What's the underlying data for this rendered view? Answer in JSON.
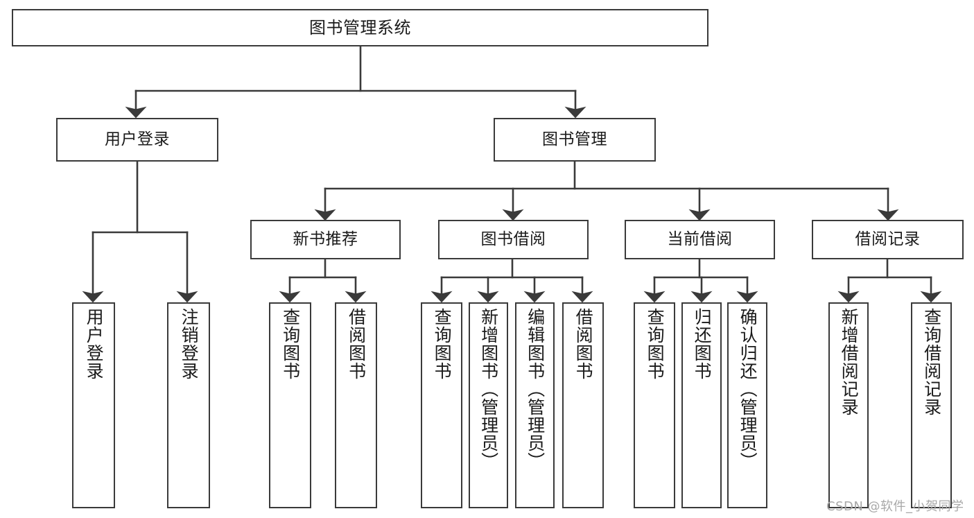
{
  "diagram": {
    "title": "图书管理系统",
    "type": "tree",
    "watermark": "CSDN @软件_小贺同学",
    "colors": {
      "box_border": "#3a3a3a",
      "box_fill": "#ffffff",
      "line": "#3a3a3a",
      "text": "#1a1a1a",
      "watermark": "#a8a8a8",
      "background": "#ffffff"
    },
    "nodes": {
      "root": {
        "label": "图书管理系统"
      },
      "level2": [
        {
          "id": "user-login",
          "label": "用户登录"
        },
        {
          "id": "book-manage",
          "label": "图书管理"
        }
      ],
      "level3": [
        {
          "id": "new-book-recommend",
          "label": "新书推荐"
        },
        {
          "id": "book-borrow",
          "label": "图书借阅"
        },
        {
          "id": "current-borrow",
          "label": "当前借阅"
        },
        {
          "id": "borrow-record",
          "label": "借阅记录"
        }
      ],
      "leaves": {
        "user-login": [
          {
            "id": "leaf-user-login",
            "label": "用户登录"
          },
          {
            "id": "leaf-logout",
            "label": "注销登录"
          }
        ],
        "new-book-recommend": [
          {
            "id": "leaf-query-book-1",
            "label": "查询图书"
          },
          {
            "id": "leaf-borrow-book-1",
            "label": "借阅图书"
          }
        ],
        "book-borrow": [
          {
            "id": "leaf-query-book-2",
            "label": "查询图书"
          },
          {
            "id": "leaf-add-book",
            "label": "新增图书（管理员）"
          },
          {
            "id": "leaf-edit-book",
            "label": "编辑图书（管理员）"
          },
          {
            "id": "leaf-borrow-book-2",
            "label": "借阅图书"
          }
        ],
        "current-borrow": [
          {
            "id": "leaf-query-book-3",
            "label": "查询图书"
          },
          {
            "id": "leaf-return-book",
            "label": "归还图书"
          },
          {
            "id": "leaf-confirm-return",
            "label": "确认归还（管理员）"
          }
        ],
        "borrow-record": [
          {
            "id": "leaf-add-record",
            "label": "新增借阅记录"
          },
          {
            "id": "leaf-query-record",
            "label": "查询借阅记录"
          }
        ]
      }
    }
  }
}
